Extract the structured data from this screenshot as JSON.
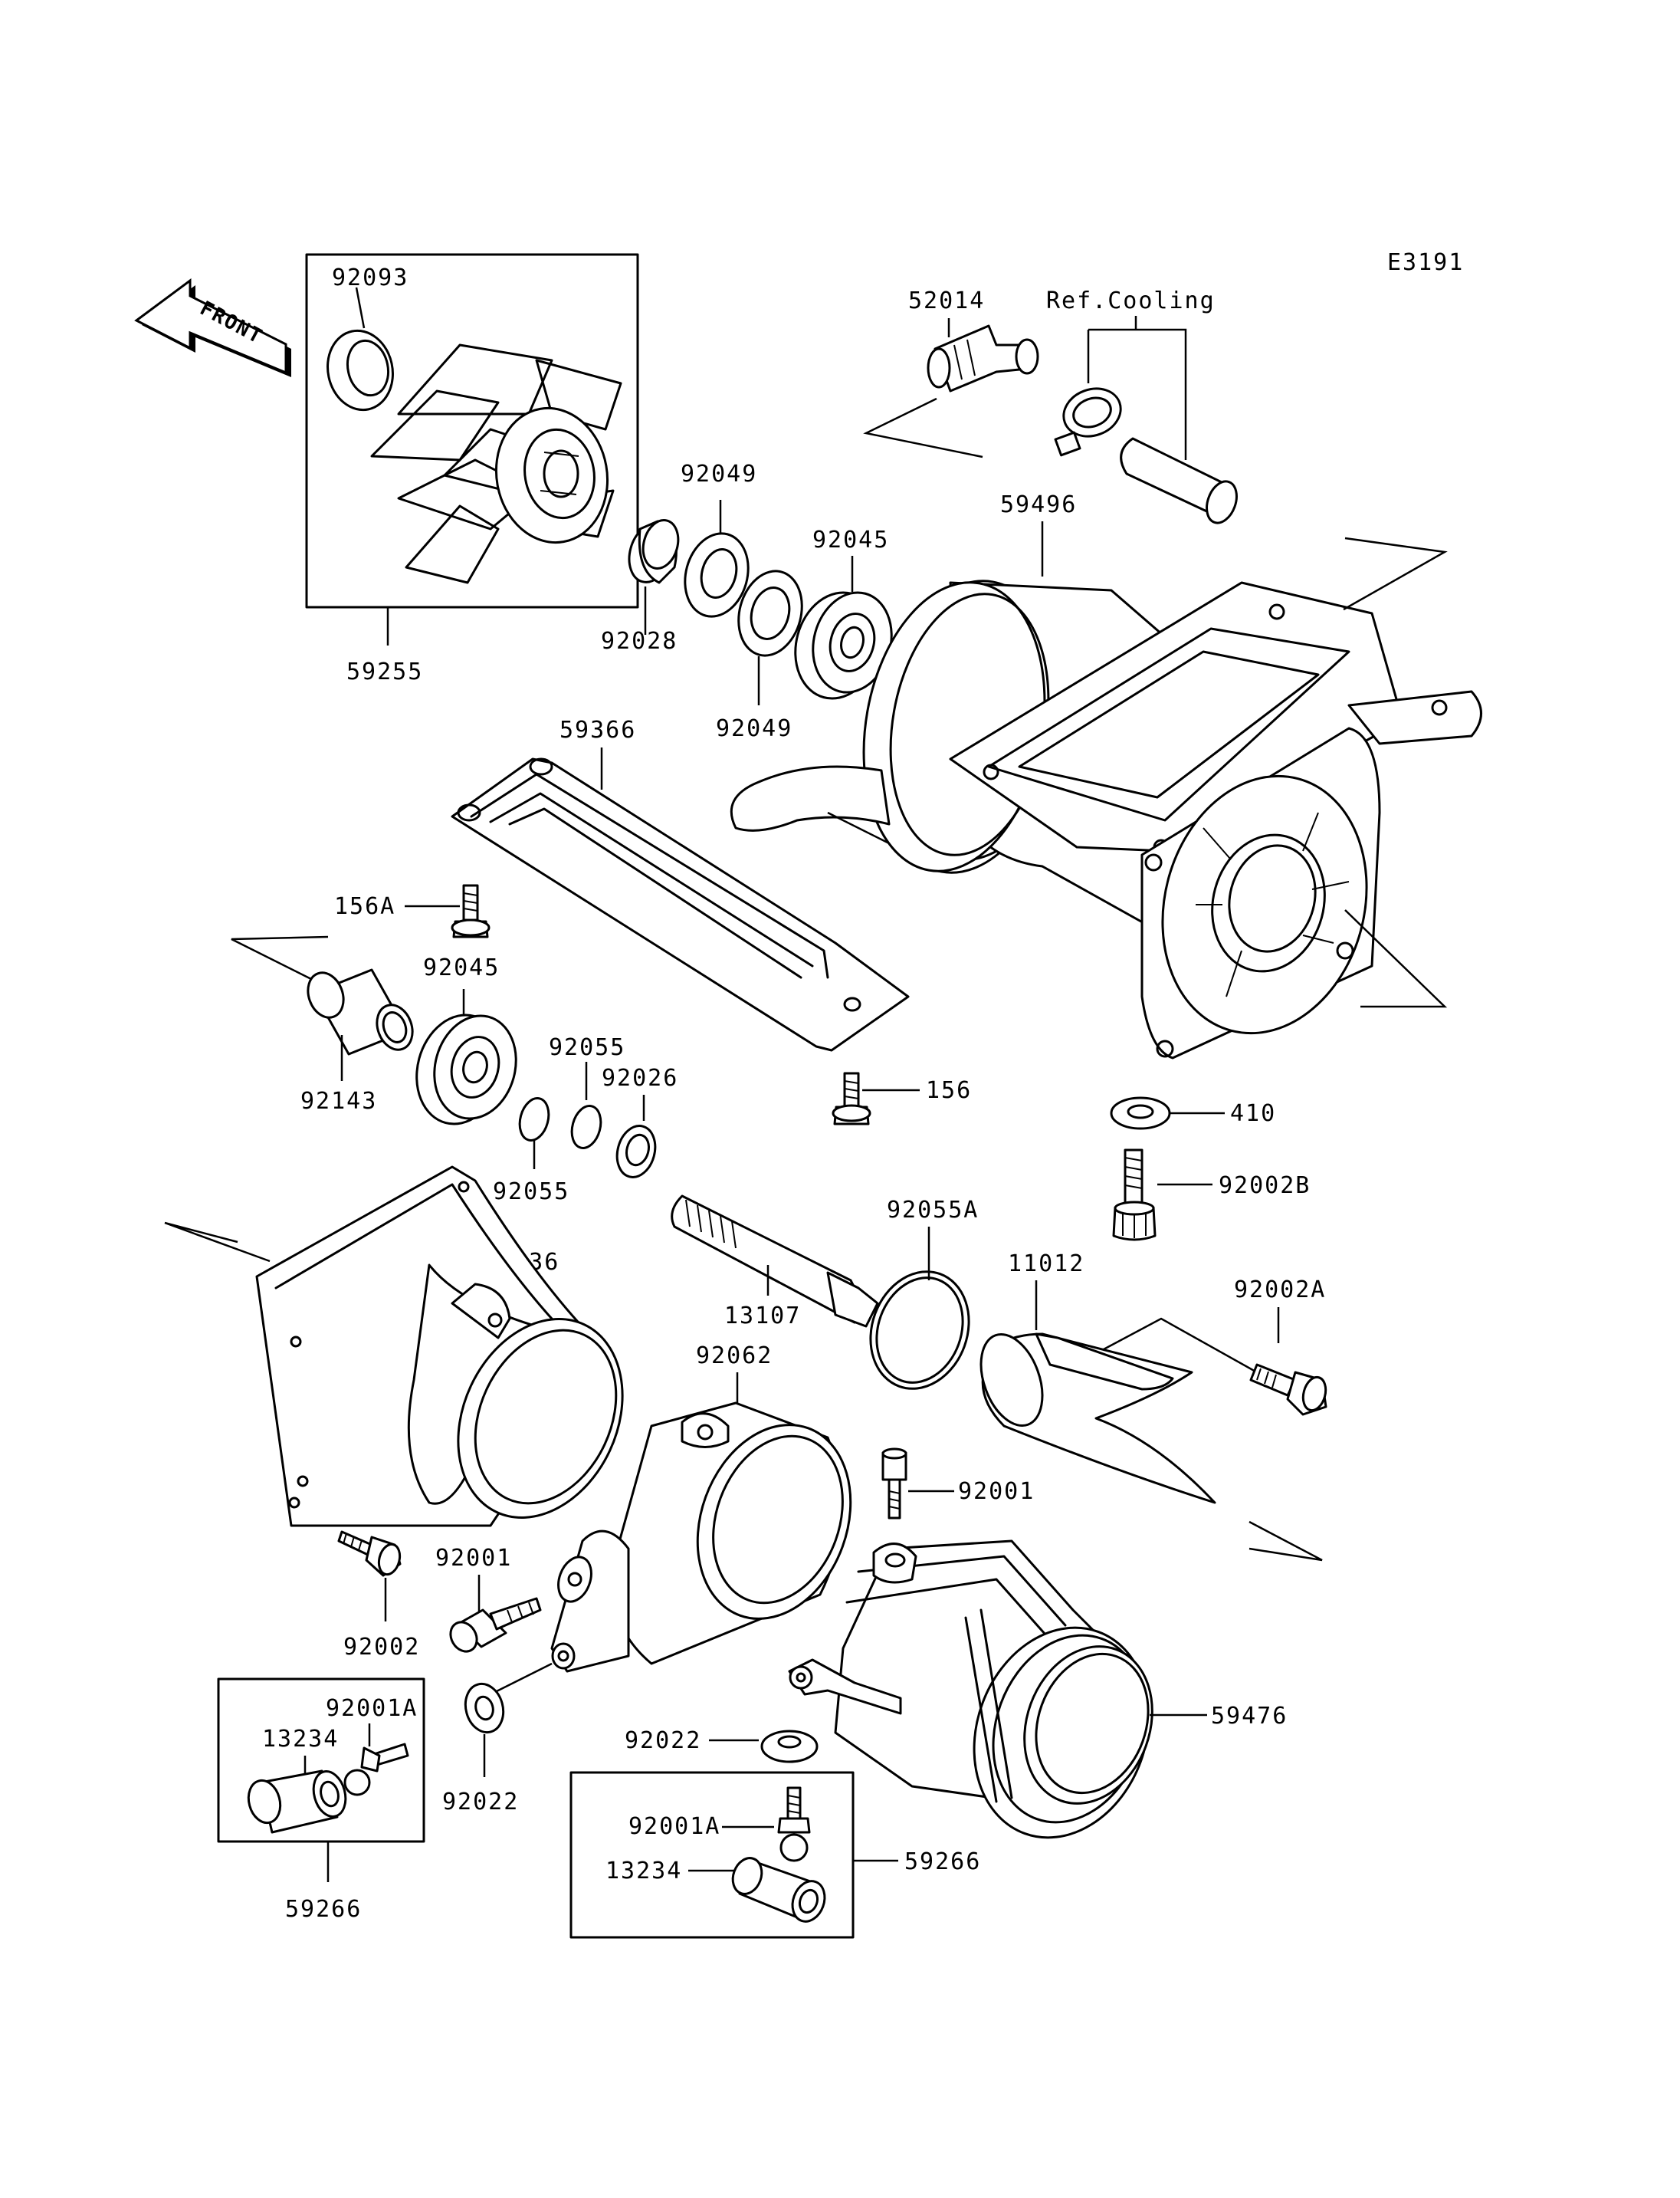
{
  "diagram_id": "E3191",
  "front_label": "FRONT",
  "ref_label": "Ref.Cooling",
  "callouts": {
    "c92093": "92093",
    "c59255": "59255",
    "c52014": "52014",
    "c92049a": "92049",
    "c92045a": "92045",
    "c59496": "59496",
    "c92028": "92028",
    "c92049b": "92049",
    "c59366": "59366",
    "c156a": "156A",
    "c92045b": "92045",
    "c92055a": "92055",
    "c92026": "92026",
    "c92143": "92143",
    "c92055b": "92055",
    "c156": "156",
    "c410": "410",
    "c92002b": "92002B",
    "c59136": "59136",
    "c13107": "13107",
    "c92055A": "92055A",
    "c11012": "11012",
    "c92002a": "92002A",
    "c92062": "92062",
    "c92001a": "92001",
    "c92001b": "92001",
    "c92002": "92002",
    "c92001A_left": "92001A",
    "c13234_left": "13234",
    "c92022a": "92022",
    "c59266_left": "59266",
    "c92022b": "92022",
    "c59476": "59476",
    "c92001A_right": "92001A",
    "c13234_right": "13234",
    "c59266_right": "59266"
  }
}
